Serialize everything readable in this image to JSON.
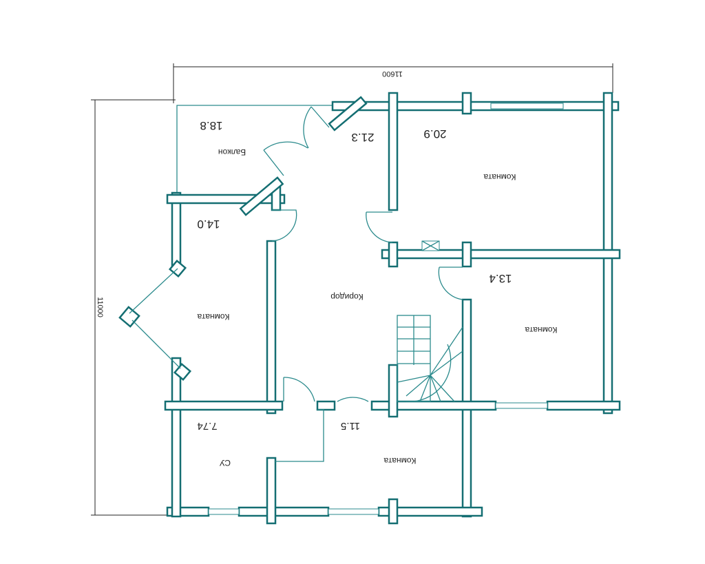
{
  "dimensions": {
    "width_label": "11600",
    "height_label": "11000"
  },
  "rooms": [
    {
      "name": "Балкон",
      "area": "18.8"
    },
    {
      "name": "",
      "area": "21.3"
    },
    {
      "name": "Комната",
      "area": "20.9"
    },
    {
      "name": "Комната",
      "area": "14.0"
    },
    {
      "name": "Коридор",
      "area": ""
    },
    {
      "name": "Комната",
      "area": "13.4"
    },
    {
      "name": "СУ",
      "area": "7.74"
    },
    {
      "name": "Комната",
      "area": "11.5"
    }
  ],
  "colors": {
    "wall": "#146e72",
    "line": "#2a8a8c"
  }
}
